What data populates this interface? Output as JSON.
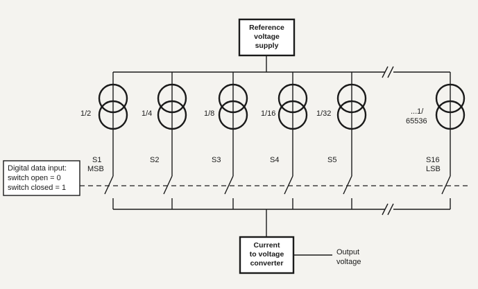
{
  "reference_box": {
    "lines": [
      "Reference",
      "voltage",
      "supply"
    ]
  },
  "converter_box": {
    "lines": [
      "Current",
      "to voltage",
      "converter"
    ]
  },
  "output": {
    "lines": [
      "Output",
      "voltage"
    ]
  },
  "input_box": {
    "lines": [
      "Digital data input:",
      "switch open = 0",
      "switch closed = 1"
    ]
  },
  "branches": [
    {
      "fraction": [
        "1/2"
      ],
      "switch": [
        "S1",
        "MSB"
      ]
    },
    {
      "fraction": [
        "1/4"
      ],
      "switch": [
        "S2"
      ]
    },
    {
      "fraction": [
        "1/8"
      ],
      "switch": [
        "S3"
      ]
    },
    {
      "fraction": [
        "1/16"
      ],
      "switch": [
        "S4"
      ]
    },
    {
      "fraction": [
        "1/32"
      ],
      "switch": [
        "S5"
      ]
    },
    {
      "fraction": [
        "...1/",
        "65536"
      ],
      "switch": [
        "S16",
        "LSB"
      ]
    }
  ]
}
